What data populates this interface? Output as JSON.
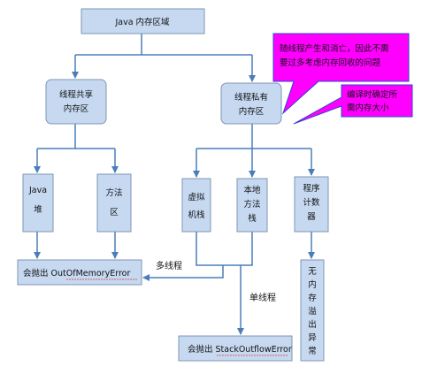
{
  "diagram": {
    "nodes": {
      "root": "Java 内存区域",
      "shared": [
        "线程共享",
        "内存区"
      ],
      "private": [
        "线程私有",
        "内存区"
      ],
      "heap": [
        "Java",
        "堆"
      ],
      "method": [
        "方法",
        "区"
      ],
      "vmstack": [
        "虚拟",
        "机栈"
      ],
      "native": [
        "本地",
        "方法",
        "栈"
      ],
      "pc": [
        "程序",
        "计数",
        "器"
      ],
      "oom": "会抛出 OutOfMemoryError",
      "soe": "会抛出 StackOutflowError",
      "no_exception": [
        "无",
        "内",
        "存",
        "溢",
        "出",
        "异",
        "常"
      ]
    },
    "callouts": {
      "lifecycle": [
        "随线程产生和消亡，因此不需",
        "要过多考虑内存回收的问题"
      ],
      "compile_time": [
        "编译时确定所",
        "需内存大小"
      ]
    },
    "edge_labels": {
      "multi_thread": "多线程",
      "single_thread": "单线程"
    },
    "colors": {
      "box_fill": "#c6d9f1",
      "box_stroke": "#7f96b2",
      "arrow": "#4a7ebb",
      "callout_fill": "#ff00ff",
      "callout_stroke": "#3344cc"
    }
  }
}
